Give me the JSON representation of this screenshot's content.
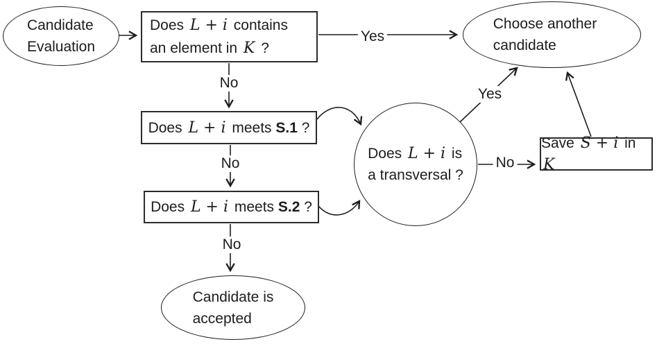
{
  "diagram": {
    "title": "Candidate evaluation flowchart",
    "colors": {
      "stroke": "#1c1c1c",
      "text": "#1c1c1c",
      "background": "#ffffff"
    },
    "nodes": {
      "start": {
        "shape": "ellipse",
        "lines": [
          [
            {
              "t": "Candidate"
            }
          ],
          [
            {
              "t": "Evaluation"
            }
          ]
        ]
      },
      "check_k": {
        "shape": "rect",
        "lines": [
          [
            {
              "t": "Does "
            },
            {
              "t": "L + i",
              "s": "m"
            },
            {
              "t": " contains"
            }
          ],
          [
            {
              "t": "an element in "
            },
            {
              "t": "K",
              "s": "m"
            },
            {
              "t": " ?"
            }
          ]
        ]
      },
      "choose_another": {
        "shape": "ellipse",
        "lines": [
          [
            {
              "t": "Choose another"
            }
          ],
          [
            {
              "t": "candidate"
            }
          ]
        ]
      },
      "check_s1": {
        "shape": "rect",
        "lines": [
          [
            {
              "t": "Does "
            },
            {
              "t": "L + i",
              "s": "m"
            },
            {
              "t": " meets "
            },
            {
              "t": "S.1",
              "s": "b"
            },
            {
              "t": " ?"
            }
          ]
        ]
      },
      "transversal": {
        "shape": "circle",
        "lines": [
          [
            {
              "t": "Does "
            },
            {
              "t": "L + i",
              "s": "m"
            },
            {
              "t": " is"
            }
          ],
          [
            {
              "t": "a transversal ?"
            }
          ]
        ]
      },
      "save_k": {
        "shape": "rect",
        "lines": [
          [
            {
              "t": "Save "
            },
            {
              "t": "S + i",
              "s": "m"
            },
            {
              "t": " in "
            },
            {
              "t": "K",
              "s": "m"
            }
          ]
        ]
      },
      "check_s2": {
        "shape": "rect",
        "lines": [
          [
            {
              "t": "Does "
            },
            {
              "t": "L + i",
              "s": "m"
            },
            {
              "t": " meets "
            },
            {
              "t": "S.2",
              "s": "b"
            },
            {
              "t": " ?"
            }
          ]
        ]
      },
      "accepted": {
        "shape": "ellipse",
        "lines": [
          [
            {
              "t": "Candidate is"
            }
          ],
          [
            {
              "t": "accepted"
            }
          ]
        ]
      }
    },
    "edges": {
      "start_to_check_k": {
        "from": "start",
        "to": "check_k",
        "label": ""
      },
      "check_k_yes": {
        "from": "check_k",
        "to": "choose_another",
        "label": "Yes"
      },
      "check_k_no": {
        "from": "check_k",
        "to": "check_s1",
        "label": "No"
      },
      "check_s1_no": {
        "from": "check_s1",
        "to": "check_s2",
        "label": "No"
      },
      "check_s1_to_transversal": {
        "from": "check_s1",
        "to": "transversal",
        "label": ""
      },
      "check_s2_to_transversal": {
        "from": "check_s2",
        "to": "transversal",
        "label": ""
      },
      "check_s2_no": {
        "from": "check_s2",
        "to": "accepted",
        "label": "No"
      },
      "transversal_yes": {
        "from": "transversal",
        "to": "choose_another",
        "label": "Yes"
      },
      "transversal_no": {
        "from": "transversal",
        "to": "save_k",
        "label": "No"
      },
      "save_to_choose": {
        "from": "save_k",
        "to": "choose_another",
        "label": ""
      }
    }
  }
}
